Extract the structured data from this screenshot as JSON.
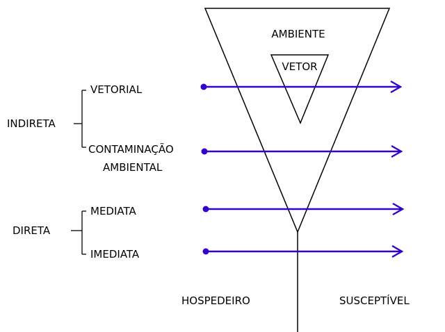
{
  "labels": {
    "ambiente": "AMBIENTE",
    "vetor": "VETOR",
    "indireta": "INDIRETA",
    "vetorial": "VETORIAL",
    "contaminacao": "CONTAMINAÇÃO",
    "ambiental": "AMBIENTAL",
    "direta": "DIRETA",
    "mediata": "MEDIATA",
    "imediata": "IMEDIATA",
    "hospedeiro": "HOSPEDEIRO",
    "susceptivel": "SUSCEPTÍVEL"
  },
  "colors": {
    "arrow": "#3300cc",
    "lines": "#000000",
    "background": "#ffffff"
  }
}
